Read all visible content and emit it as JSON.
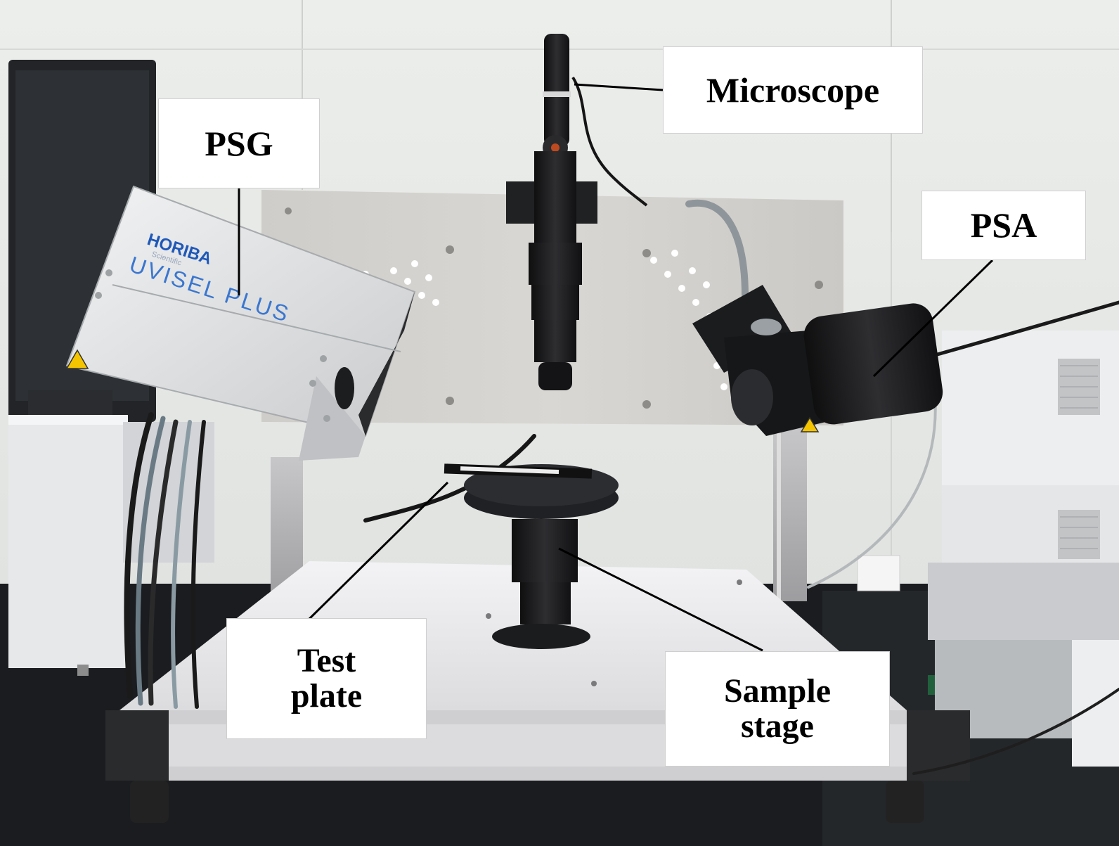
{
  "labels": {
    "microscope": "Microscope",
    "psg": "PSG",
    "psa": "PSA",
    "test_plate": [
      "Test",
      "plate"
    ],
    "sample_stage": [
      "Sample",
      "stage"
    ]
  },
  "device_branding": {
    "brand": "HORIBA",
    "sub_brand": "Scientific",
    "model": "UVISEL PLUS"
  },
  "colors": {
    "wall": "#e6e8e6",
    "panel": "#d4d2ce",
    "brand_blue": "#1f58b8",
    "label_bg": "#ffffff"
  }
}
